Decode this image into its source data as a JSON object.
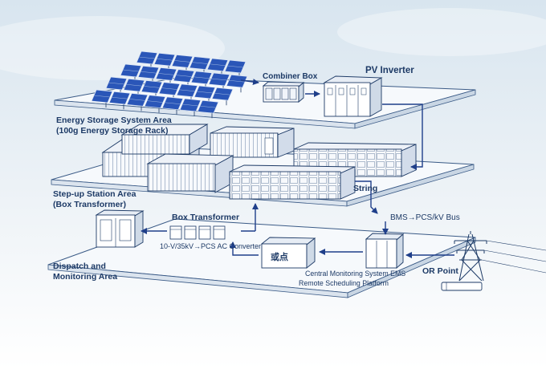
{
  "labels": {
    "pv_inverter": "PV Inverter",
    "combiner_box": "Combiner Box",
    "energy_storage_area_line1": "Energy Storage System Area",
    "energy_storage_area_line2": "(100g Energy Storage Rack)",
    "string": "String",
    "step_up_line1": "Step-up Station Area",
    "step_up_line2": "(Box Transformer)",
    "box_transformer": "Box Transformer",
    "pcs_converter": "10-V/35kV→PCS AC Converter",
    "bms_bus": "BMS→PCS/kV Bus",
    "dispatch_line1": "Dispatch and",
    "dispatch_line2": "Monitoring Area",
    "chinese_box": "或点",
    "ems_line1": "Central Monitoring System EMS",
    "ems_line2": "Remote Scheduling Platform",
    "or_point": "OR Point"
  },
  "colors": {
    "line": "#1d3a66",
    "arrow": "#1f3f8a",
    "panel_fill": "#2a56b8",
    "equipment_fill": "#ffffff",
    "sky": "#dfe9f1"
  }
}
